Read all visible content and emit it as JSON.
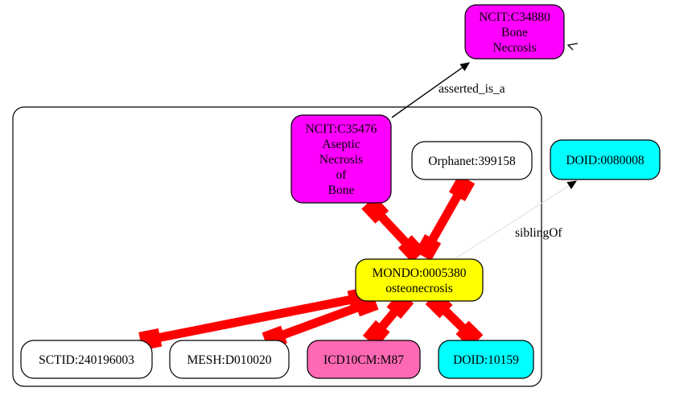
{
  "colors": {
    "magenta": "#ff00ff",
    "yellow": "#ffff00",
    "cyan": "#00ffff",
    "pink": "#ff69b4",
    "white": "#ffffff",
    "equivalence_edge": "#ff0000",
    "plain_edge": "#000000",
    "faint_edge": "#dddddd"
  },
  "nodes": {
    "ncit_c34880": {
      "lines": [
        "NCIT:C34880",
        "Bone",
        "Necrosis"
      ],
      "fill": "magenta"
    },
    "ncit_c35476": {
      "lines": [
        "NCIT:C35476",
        "Aseptic",
        "Necrosis",
        "of",
        "Bone"
      ],
      "fill": "magenta"
    },
    "orphanet": {
      "lines": [
        "Orphanet:399158"
      ],
      "fill": "white"
    },
    "doid_0080008": {
      "lines": [
        "DOID:0080008"
      ],
      "fill": "cyan"
    },
    "mondo": {
      "lines": [
        "MONDO:0005380",
        "osteonecrosis"
      ],
      "fill": "yellow"
    },
    "sctid": {
      "lines": [
        "SCTID:240196003"
      ],
      "fill": "white"
    },
    "mesh": {
      "lines": [
        "MESH:D010020"
      ],
      "fill": "white"
    },
    "icd10cm": {
      "lines": [
        "ICD10CM:M87"
      ],
      "fill": "pink"
    },
    "doid_10159": {
      "lines": [
        "DOID:10159"
      ],
      "fill": "cyan"
    }
  },
  "edges": [
    {
      "id": "ncit35476-to-ncit34880",
      "from": "ncit_c35476",
      "to": "ncit_c34880",
      "style": "arrow",
      "label": "asserted_is_a"
    },
    {
      "id": "mondo-to-doid0080008",
      "from": "mondo",
      "to": "doid_0080008",
      "style": "faint-arrow",
      "label": "siblingOf"
    },
    {
      "id": "mondo-ncit35476",
      "from": "mondo",
      "to": "ncit_c35476",
      "style": "equivalence"
    },
    {
      "id": "mondo-orphanet",
      "from": "mondo",
      "to": "orphanet",
      "style": "equivalence"
    },
    {
      "id": "mondo-sctid",
      "from": "mondo",
      "to": "sctid",
      "style": "equivalence"
    },
    {
      "id": "mondo-mesh",
      "from": "mondo",
      "to": "mesh",
      "style": "equivalence"
    },
    {
      "id": "mondo-icd10cm",
      "from": "mondo",
      "to": "icd10cm",
      "style": "equivalence"
    },
    {
      "id": "mondo-doid10159",
      "from": "mondo",
      "to": "doid_10159",
      "style": "equivalence"
    }
  ]
}
